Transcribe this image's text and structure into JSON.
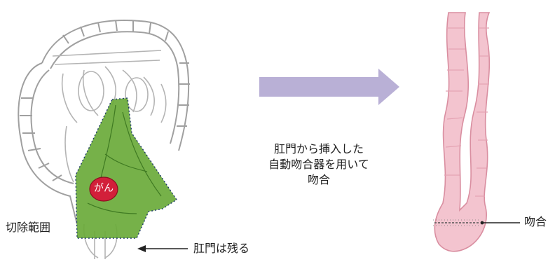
{
  "labels": {
    "resection_range": "切除範囲",
    "cancer": "がん",
    "anus_remains": "肛門は残る",
    "anastomosis": "吻合"
  },
  "procedure_note": {
    "line1": "肛門から挿入した",
    "line2": "自動吻合器を用いて",
    "line3": "吻合"
  },
  "colors": {
    "resection_fill": "#6aaa3a",
    "cancer_fill": "#d2203a",
    "arrow_fill": "#b9b0d6",
    "colon_fill": "#f3c4cf",
    "colon_stroke": "#d98ea0",
    "outline": "#9a9a9a"
  }
}
